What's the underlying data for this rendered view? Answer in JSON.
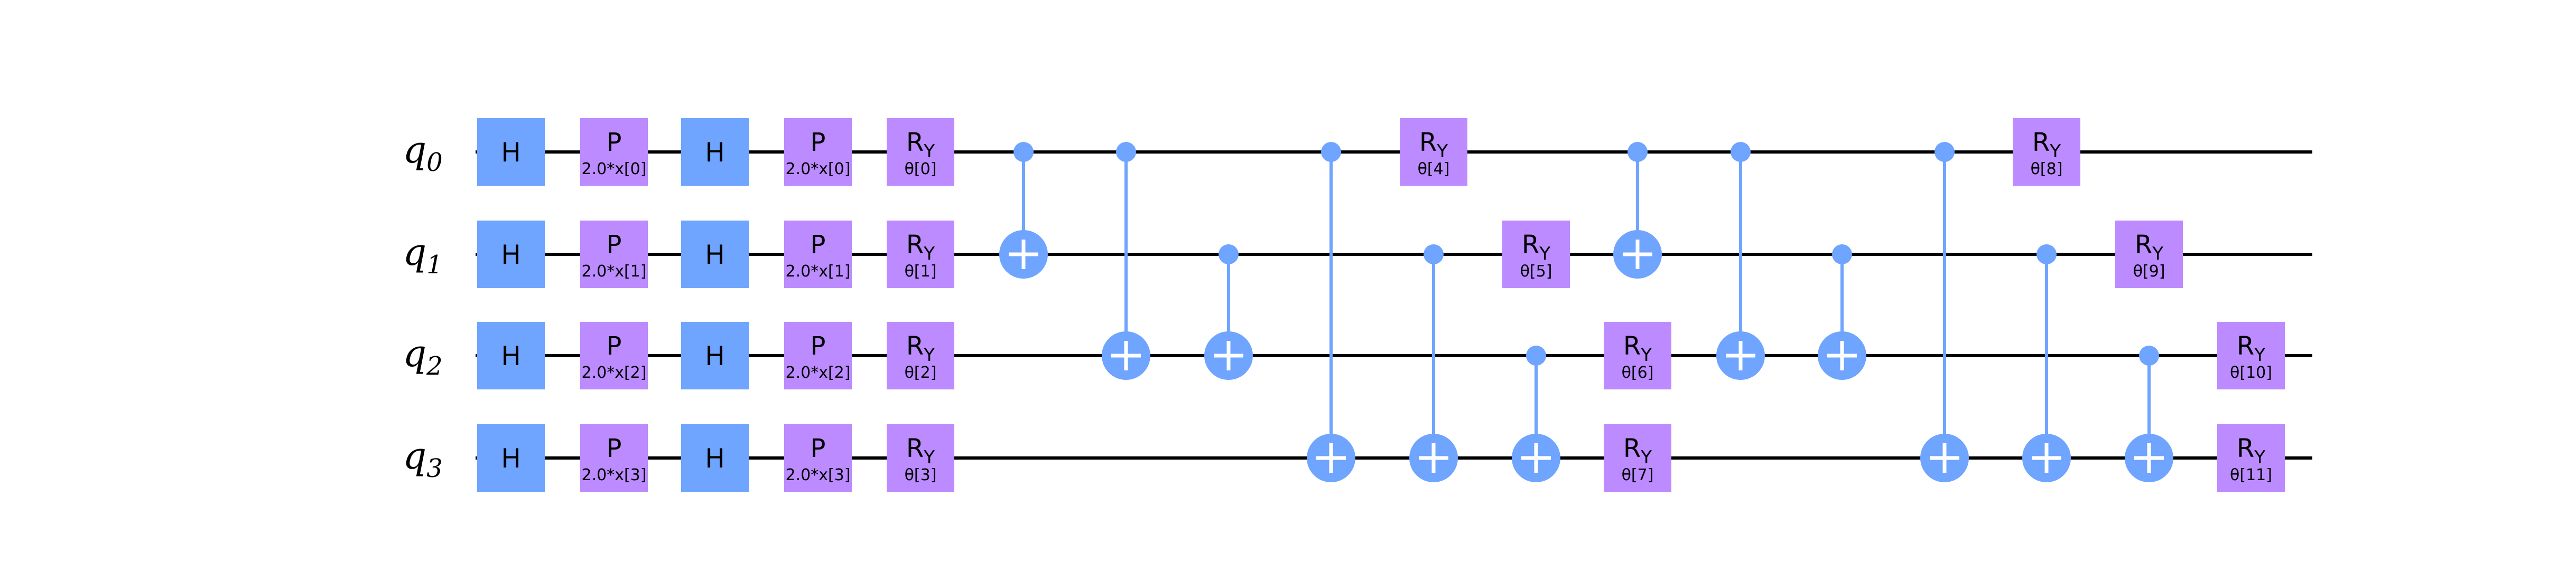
{
  "qubits": [
    {
      "name": "q",
      "index": "0"
    },
    {
      "name": "q",
      "index": "1"
    },
    {
      "name": "q",
      "index": "2"
    },
    {
      "name": "q",
      "index": "3"
    }
  ],
  "colors": {
    "h_gate": "#6fa4ff",
    "param_gate": "#bb8bff",
    "control": "#6fa4ff",
    "wire": "#000000",
    "gate_text": "#000000",
    "target_plus": "#ffffff"
  },
  "columns": [
    {
      "gates": [
        {
          "type": "H",
          "qubit": 0,
          "label": "H"
        },
        {
          "type": "H",
          "qubit": 1,
          "label": "H"
        },
        {
          "type": "H",
          "qubit": 2,
          "label": "H"
        },
        {
          "type": "H",
          "qubit": 3,
          "label": "H"
        }
      ]
    },
    {
      "gates": [
        {
          "type": "P",
          "qubit": 0,
          "label": "P",
          "param": "2.0*x[0]"
        },
        {
          "type": "P",
          "qubit": 1,
          "label": "P",
          "param": "2.0*x[1]"
        },
        {
          "type": "P",
          "qubit": 2,
          "label": "P",
          "param": "2.0*x[2]"
        },
        {
          "type": "P",
          "qubit": 3,
          "label": "P",
          "param": "2.0*x[3]"
        }
      ]
    },
    {
      "gates": [
        {
          "type": "H",
          "qubit": 0,
          "label": "H"
        },
        {
          "type": "H",
          "qubit": 1,
          "label": "H"
        },
        {
          "type": "H",
          "qubit": 2,
          "label": "H"
        },
        {
          "type": "H",
          "qubit": 3,
          "label": "H"
        }
      ]
    },
    {
      "gates": [
        {
          "type": "P",
          "qubit": 0,
          "label": "P",
          "param": "2.0*x[0]"
        },
        {
          "type": "P",
          "qubit": 1,
          "label": "P",
          "param": "2.0*x[1]"
        },
        {
          "type": "P",
          "qubit": 2,
          "label": "P",
          "param": "2.0*x[2]"
        },
        {
          "type": "P",
          "qubit": 3,
          "label": "P",
          "param": "2.0*x[3]"
        }
      ]
    },
    {
      "gates": [
        {
          "type": "RY",
          "qubit": 0,
          "label": "R",
          "sub": "Y",
          "param": "θ[0]"
        },
        {
          "type": "RY",
          "qubit": 1,
          "label": "R",
          "sub": "Y",
          "param": "θ[1]"
        },
        {
          "type": "RY",
          "qubit": 2,
          "label": "R",
          "sub": "Y",
          "param": "θ[2]"
        },
        {
          "type": "RY",
          "qubit": 3,
          "label": "R",
          "sub": "Y",
          "param": "θ[3]"
        }
      ]
    },
    {
      "gates": [
        {
          "type": "CX",
          "control": 0,
          "target": 1
        }
      ]
    },
    {
      "gates": [
        {
          "type": "CX",
          "control": 0,
          "target": 2
        }
      ]
    },
    {
      "gates": [
        {
          "type": "CX",
          "control": 1,
          "target": 2
        }
      ]
    },
    {
      "gates": [
        {
          "type": "CX",
          "control": 0,
          "target": 3
        }
      ]
    },
    {
      "gates": [
        {
          "type": "RY",
          "qubit": 0,
          "label": "R",
          "sub": "Y",
          "param": "θ[4]"
        },
        {
          "type": "CX",
          "control": 1,
          "target": 3
        }
      ]
    },
    {
      "gates": [
        {
          "type": "RY",
          "qubit": 1,
          "label": "R",
          "sub": "Y",
          "param": "θ[5]"
        },
        {
          "type": "CX",
          "control": 2,
          "target": 3
        }
      ]
    },
    {
      "gates": [
        {
          "type": "CX",
          "control": 0,
          "target": 1
        },
        {
          "type": "RY",
          "qubit": 2,
          "label": "R",
          "sub": "Y",
          "param": "θ[6]"
        },
        {
          "type": "RY",
          "qubit": 3,
          "label": "R",
          "sub": "Y",
          "param": "θ[7]"
        }
      ]
    },
    {
      "gates": [
        {
          "type": "CX",
          "control": 0,
          "target": 2
        }
      ]
    },
    {
      "gates": [
        {
          "type": "CX",
          "control": 1,
          "target": 2
        }
      ]
    },
    {
      "gates": [
        {
          "type": "CX",
          "control": 0,
          "target": 3
        }
      ]
    },
    {
      "gates": [
        {
          "type": "RY",
          "qubit": 0,
          "label": "R",
          "sub": "Y",
          "param": "θ[8]"
        },
        {
          "type": "CX",
          "control": 1,
          "target": 3
        }
      ]
    },
    {
      "gates": [
        {
          "type": "RY",
          "qubit": 1,
          "label": "R",
          "sub": "Y",
          "param": "θ[9]"
        },
        {
          "type": "CX",
          "control": 2,
          "target": 3
        }
      ]
    },
    {
      "gates": [
        {
          "type": "RY",
          "qubit": 2,
          "label": "R",
          "sub": "Y",
          "param": "θ[10]"
        },
        {
          "type": "RY",
          "qubit": 3,
          "label": "R",
          "sub": "Y",
          "param": "θ[11]"
        }
      ]
    }
  ]
}
